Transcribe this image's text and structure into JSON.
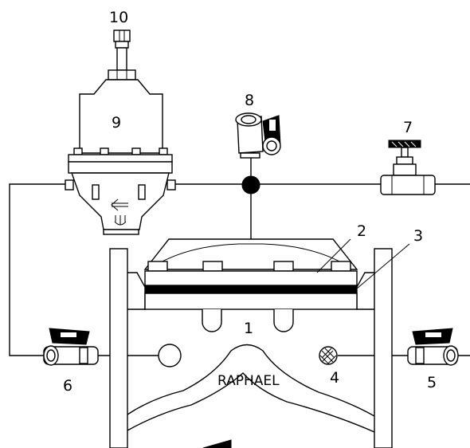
{
  "diagram": {
    "brand": "RAPHAEL",
    "callouts": [
      "1",
      "2",
      "3",
      "4",
      "5",
      "6",
      "7",
      "8",
      "9",
      "10"
    ],
    "colors": {
      "line": "#000000",
      "background": "#ffffff"
    },
    "icons": {
      "direction": "flow-arrow-icon",
      "symbol": "trident-icon"
    }
  }
}
